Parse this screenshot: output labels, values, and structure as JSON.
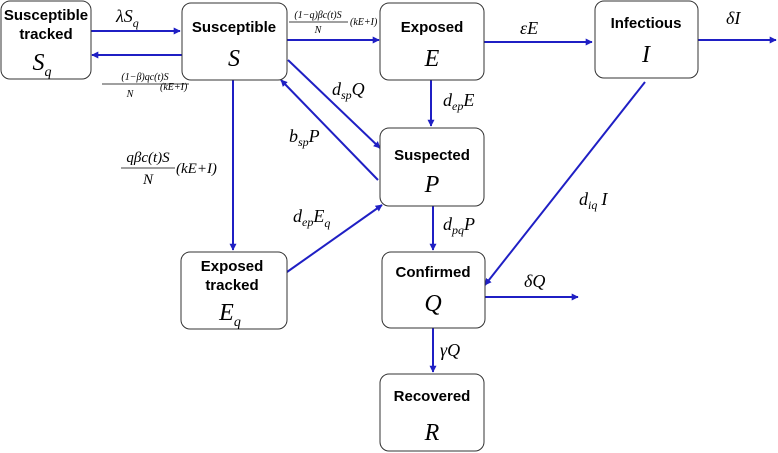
{
  "colors": {
    "arrow": "#1f1fc4",
    "box_stroke": "#333333",
    "text": "#000000"
  },
  "compartments": {
    "sq": {
      "title_line1": "Susceptible",
      "title_line2": "tracked",
      "symbol": "S",
      "subscript": "q"
    },
    "s": {
      "title": "Susceptible",
      "symbol": "S"
    },
    "e": {
      "title": "Exposed",
      "symbol": "E"
    },
    "i": {
      "title": "Infectious",
      "symbol": "I"
    },
    "p": {
      "title": "Suspected",
      "symbol": "P"
    },
    "eq": {
      "title_line1": "Exposed",
      "title_line2": "tracked",
      "symbol": "E",
      "subscript": "q"
    },
    "q": {
      "title": "Confirmed",
      "symbol": "Q"
    },
    "r": {
      "title": "Recovered",
      "symbol": "R"
    }
  },
  "rates": {
    "sq_to_s": {
      "lead": "λS",
      "sub": "q"
    },
    "s_to_sq": {
      "numerator": "(1−β)qc(t)S",
      "denominator": "N",
      "tail": "(kE+I)"
    },
    "s_to_e": {
      "numerator": "(1−q)βc(t)S",
      "denominator": "N",
      "tail": "(kE+I)"
    },
    "e_to_i": {
      "text": "εE"
    },
    "i_out": {
      "text": "δI"
    },
    "s_to_p": {
      "lead": "d",
      "sub": "sp",
      "tail": "Q"
    },
    "p_to_s": {
      "lead": "b",
      "sub": "sp",
      "tail": "P"
    },
    "e_to_p": {
      "lead": "d",
      "sub": "ep",
      "tail": "E"
    },
    "s_to_eq": {
      "numerator": "qβc(t)S",
      "denominator": "N",
      "tail": "(kE+I)"
    },
    "eq_to_p": {
      "lead": "d",
      "sub": "ep",
      "tail": "E",
      "tail_sub": "q"
    },
    "p_to_q": {
      "lead": "d",
      "sub": "pq",
      "tail": "P"
    },
    "i_to_q": {
      "lead": "d",
      "sub": "iq",
      "tail": "I"
    },
    "q_out": {
      "text": "δQ"
    },
    "q_to_r": {
      "text": "γQ"
    }
  }
}
